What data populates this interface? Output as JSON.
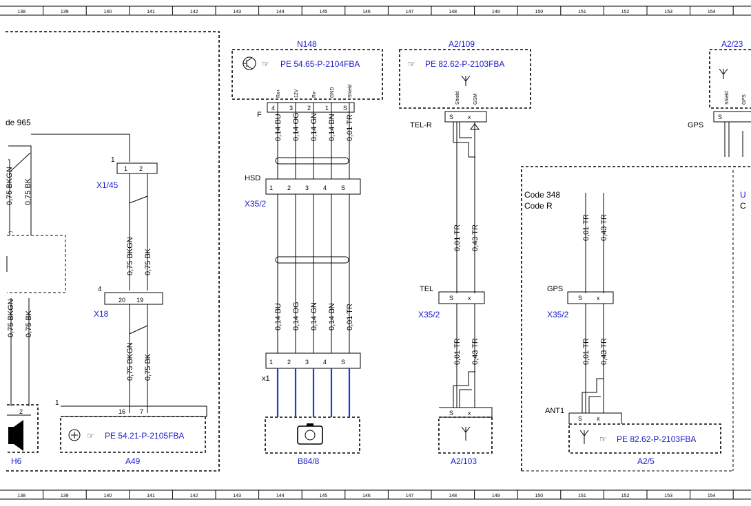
{
  "ruler": {
    "columns": [
      "138",
      "139",
      "140",
      "141",
      "142",
      "143",
      "144",
      "145",
      "146",
      "147",
      "148",
      "149",
      "150",
      "151",
      "152",
      "153",
      "154"
    ]
  },
  "components": {
    "n148": {
      "id": "N148",
      "ref": "PE 54.65-P-2104FBA",
      "pins": [
        "Rx+",
        "12V",
        "Rx-",
        "GND",
        "Shield"
      ],
      "pin_numbers": [
        "4",
        "3",
        "2",
        "1",
        "S"
      ],
      "label_f": "F"
    },
    "a2_109": {
      "id": "A2/109",
      "ref": "PE 82.62-P-2103FBA",
      "pins": [
        "Shield",
        "GSM"
      ],
      "pin_numbers": [
        "S",
        "x"
      ],
      "label": "TEL-R"
    },
    "a2_23": {
      "id": "A2/23",
      "pins": [
        "Shield",
        "GPS"
      ],
      "pin_numbers": [
        "S"
      ],
      "label": "GPS"
    },
    "a49": {
      "id": "A49",
      "ref": "PE 54.21-P-2105FBA",
      "pin_numbers": [
        "16",
        "7"
      ],
      "label": "1"
    },
    "h6": {
      "id": "H6",
      "pin_numbers": [
        "2"
      ]
    },
    "b84_8": {
      "id": "B84/8"
    },
    "a2_103": {
      "id": "A2/103",
      "pin_numbers": [
        "S",
        "x"
      ]
    },
    "a2_5": {
      "id": "A2/5",
      "ref": "PE 82.62-P-2103FBA",
      "pin_numbers": [
        "S",
        "x"
      ],
      "label": "ANT1"
    }
  },
  "connectors": {
    "x1_45": {
      "id": "X1/45",
      "pins": [
        "1",
        "2"
      ],
      "num": "1"
    },
    "x18": {
      "id": "X18",
      "pins": [
        "20",
        "19"
      ],
      "num": "4"
    },
    "hsd": {
      "label": "HSD",
      "id": "X35/2",
      "pins": [
        "1",
        "2",
        "3",
        "4",
        "S"
      ]
    },
    "x1": {
      "label": "x1",
      "pins": [
        "1",
        "2",
        "3",
        "4",
        "S"
      ]
    },
    "tel_x35": {
      "label": "TEL",
      "id": "X35/2",
      "pins": [
        "S",
        "x"
      ]
    },
    "gps_x35": {
      "label": "GPS",
      "id": "X35/2",
      "pins": [
        "S",
        "x"
      ]
    }
  },
  "wires": {
    "n148_top": [
      "0,14 BU",
      "0,14 OG",
      "0,14 GN",
      "0,14 BN",
      "0,01 TR"
    ],
    "n148_bottom": [
      "0,14 BU",
      "0,14 OG",
      "0,14 GN",
      "0,14 BN",
      "0,01 TR"
    ],
    "left_top": [
      "0,75 BKGN",
      "0,75 BK"
    ],
    "left_bottom": [
      "0,75 BKGN",
      "0,75 BK"
    ],
    "x1_45_down": [
      "0,75 BKGN",
      "0,75 BK"
    ],
    "x18_down": [
      "0,75 BKGN",
      "0,75 BK"
    ],
    "tel_top": [
      "0,01 TR",
      "0,43 TR"
    ],
    "tel_bottom": [
      "0,01 TR",
      "0,43 TR"
    ],
    "gps_top": [
      "0,01 TR",
      "0,43 TR"
    ],
    "gps_bottom": [
      "0,01 TR",
      "0,43 TR"
    ]
  },
  "texts": {
    "code965": "de 965",
    "code348": "Code 348",
    "codeR": "Code R",
    "edge_u": "U",
    "edge_c": "C"
  }
}
